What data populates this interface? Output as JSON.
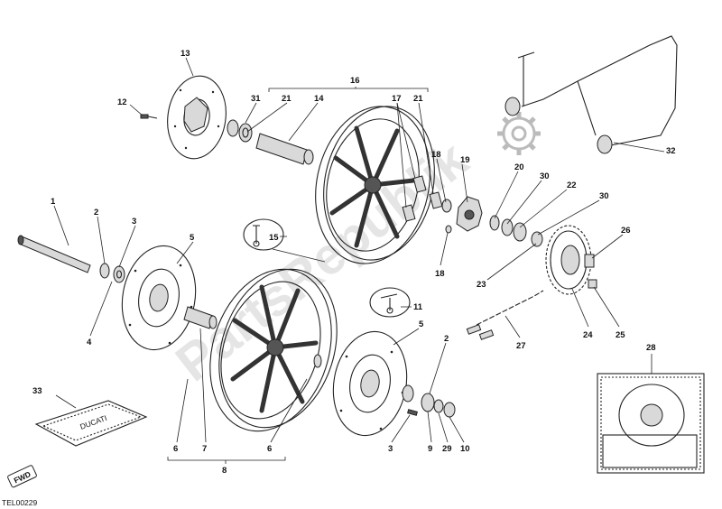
{
  "diagram": {
    "watermark": "PartsRepublik",
    "reference_code": "TEL00229",
    "fwd_badge": "FWD",
    "bag_text": "DUCATI",
    "callouts": [
      {
        "id": "c1",
        "label": "1"
      },
      {
        "id": "c2a",
        "label": "2"
      },
      {
        "id": "c2b",
        "label": "2"
      },
      {
        "id": "c3a",
        "label": "3"
      },
      {
        "id": "c3b",
        "label": "3"
      },
      {
        "id": "c4",
        "label": "4"
      },
      {
        "id": "c5a",
        "label": "5"
      },
      {
        "id": "c5b",
        "label": "5"
      },
      {
        "id": "c6a",
        "label": "6"
      },
      {
        "id": "c6b",
        "label": "6"
      },
      {
        "id": "c7",
        "label": "7"
      },
      {
        "id": "c8",
        "label": "8"
      },
      {
        "id": "c9",
        "label": "9"
      },
      {
        "id": "c10",
        "label": "10"
      },
      {
        "id": "c11",
        "label": "11"
      },
      {
        "id": "c12",
        "label": "12"
      },
      {
        "id": "c13",
        "label": "13"
      },
      {
        "id": "c14",
        "label": "14"
      },
      {
        "id": "c15",
        "label": "15"
      },
      {
        "id": "c16",
        "label": "16"
      },
      {
        "id": "c17",
        "label": "17"
      },
      {
        "id": "c18a",
        "label": "18"
      },
      {
        "id": "c18b",
        "label": "18"
      },
      {
        "id": "c19",
        "label": "19"
      },
      {
        "id": "c20",
        "label": "20"
      },
      {
        "id": "c21a",
        "label": "21"
      },
      {
        "id": "c21b",
        "label": "21"
      },
      {
        "id": "c22",
        "label": "22"
      },
      {
        "id": "c23",
        "label": "23"
      },
      {
        "id": "c24",
        "label": "24"
      },
      {
        "id": "c25",
        "label": "25"
      },
      {
        "id": "c26",
        "label": "26"
      },
      {
        "id": "c27",
        "label": "27"
      },
      {
        "id": "c28",
        "label": "28"
      },
      {
        "id": "c29",
        "label": "29"
      },
      {
        "id": "c30a",
        "label": "30"
      },
      {
        "id": "c30b",
        "label": "30"
      },
      {
        "id": "c31",
        "label": "31"
      },
      {
        "id": "c32",
        "label": "32"
      },
      {
        "id": "c33",
        "label": "33"
      }
    ]
  }
}
